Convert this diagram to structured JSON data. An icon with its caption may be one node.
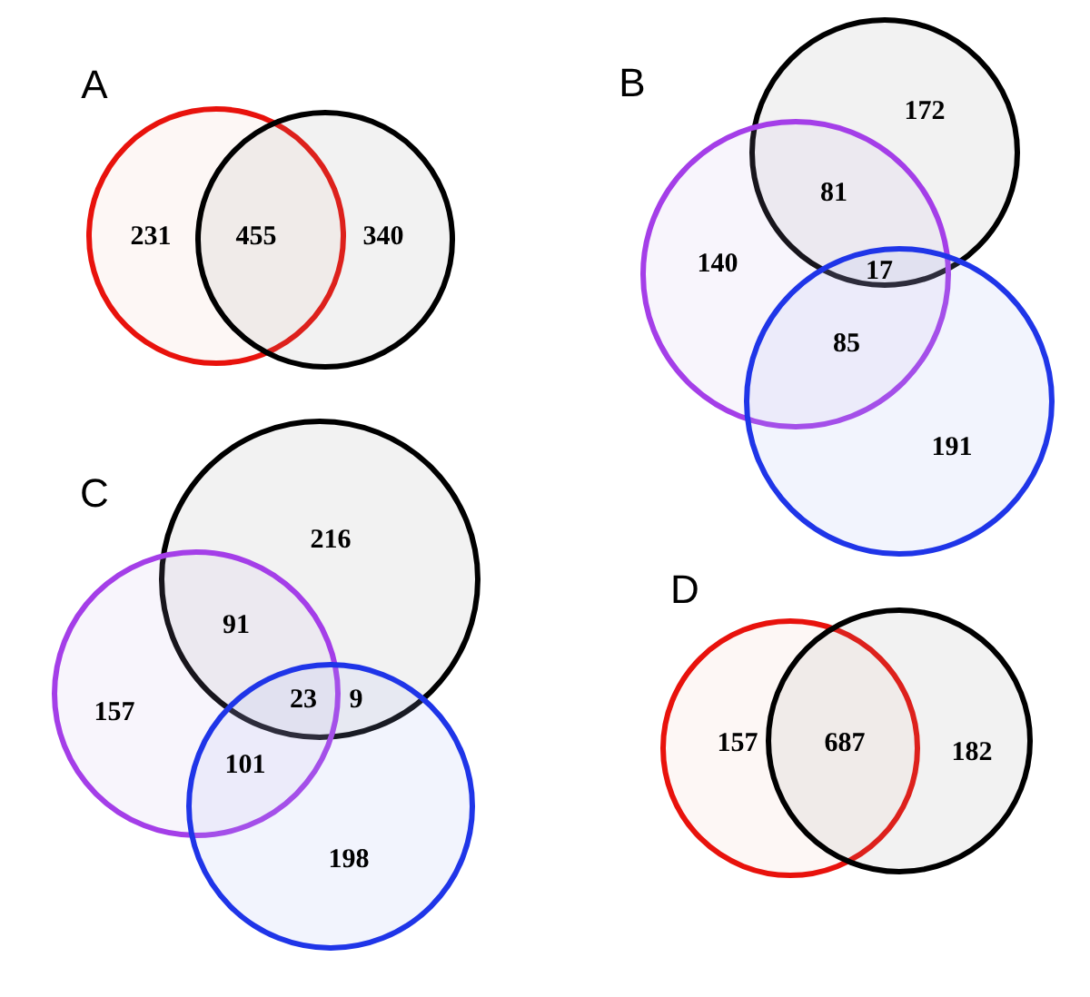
{
  "diagram": {
    "labels": [
      "A",
      "231",
      "455",
      "340",
      "B",
      "172",
      "81",
      "140",
      "17",
      "85",
      "191",
      "C",
      "216",
      "91",
      "157",
      "23",
      "9",
      "101",
      "198",
      "D",
      "157",
      "687",
      "182"
    ]
  }
}
